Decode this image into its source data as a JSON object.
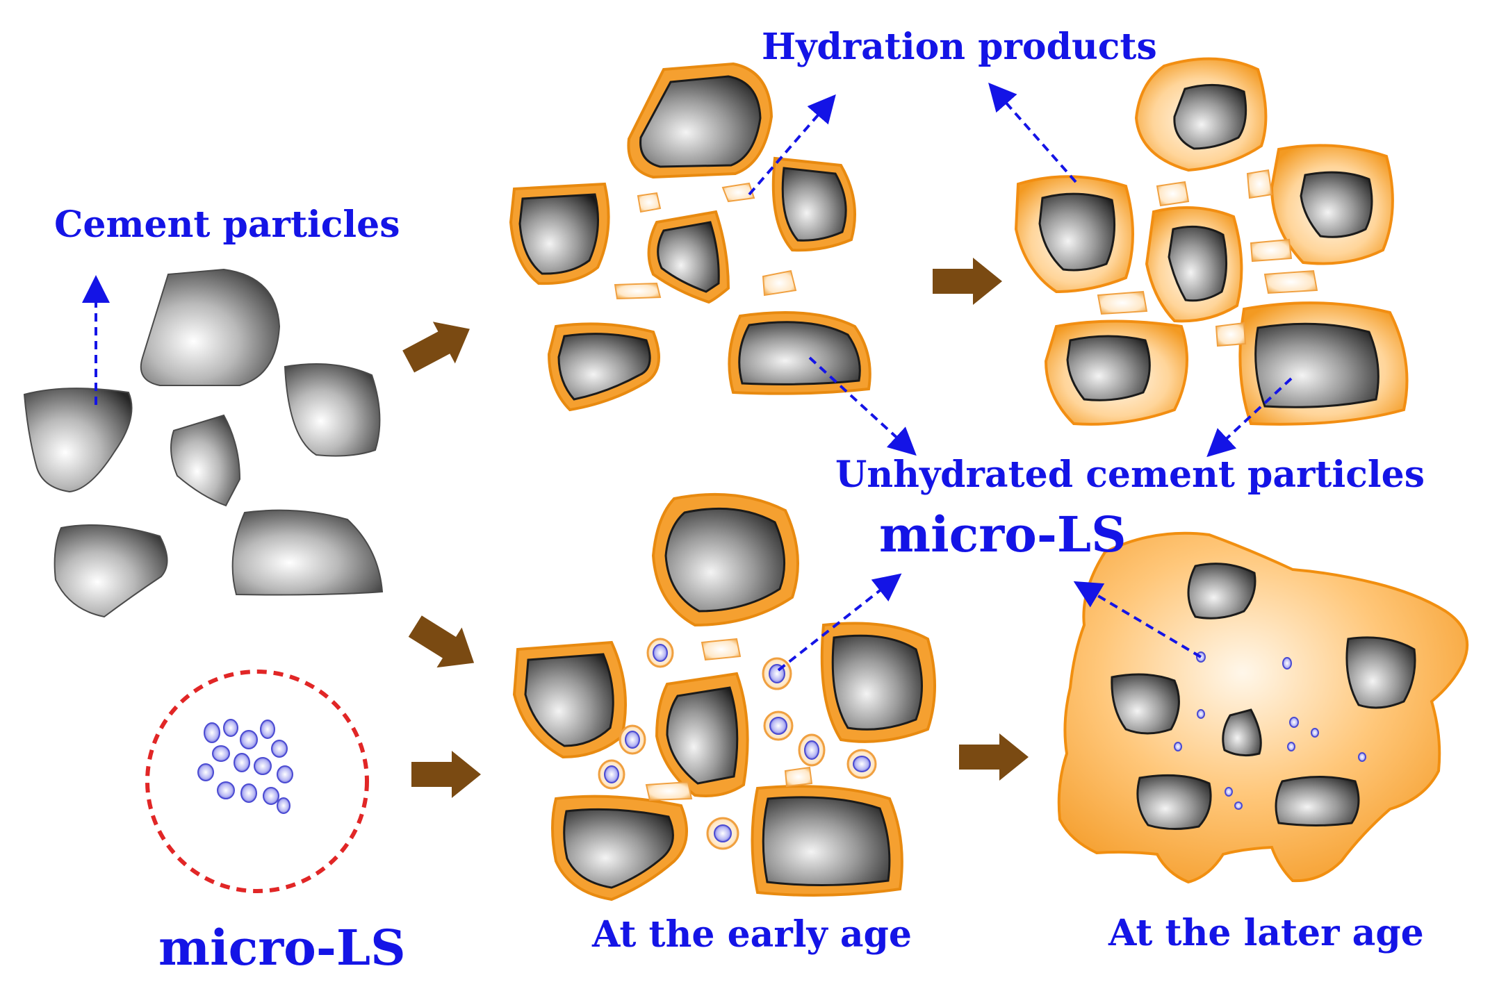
{
  "labels": {
    "cement_particles": "Cement particles",
    "hydration_products": "Hydration products",
    "unhydrated_cement_particles": "Unhydrated cement particles",
    "micro_ls_top": "micro-LS",
    "micro_ls_bottom": "micro-LS",
    "early_age": "At the early age",
    "later_age": "At the later age"
  },
  "colors": {
    "label_text": "#1414e6",
    "arrow_brown": "#7a4a12",
    "hydration_orange": "#f5a030",
    "hydration_light": "#fff4e4",
    "particle_dark": "#2b2b2b",
    "micro_ls_fill": "#6e6ee0",
    "dashed_circle": "#e12626"
  }
}
